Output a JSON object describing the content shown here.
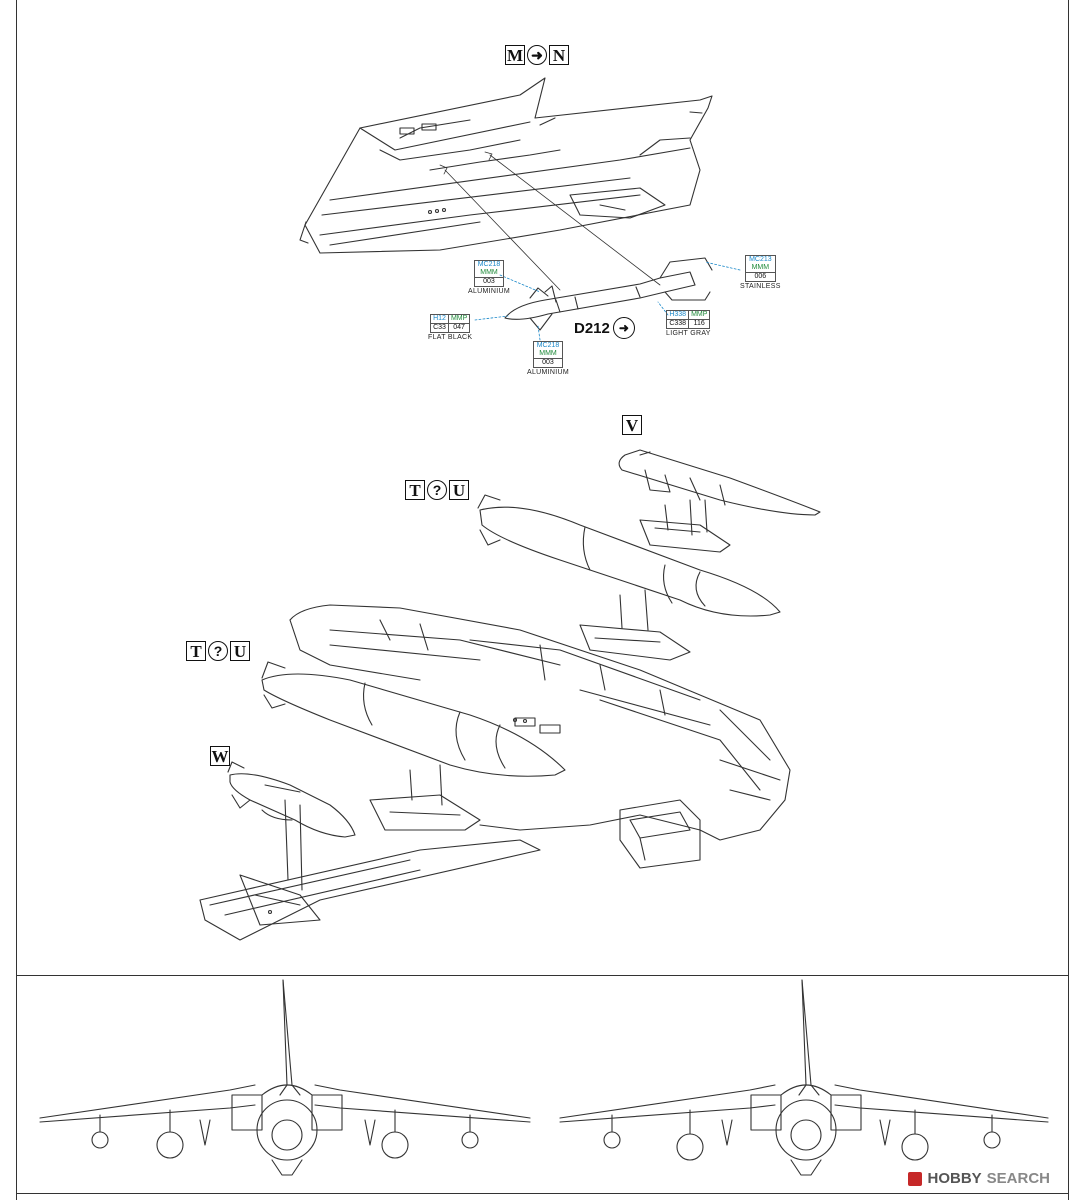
{
  "labels": {
    "mn": {
      "a": "M",
      "b": "N"
    },
    "v": "V",
    "tu1": {
      "a": "T",
      "q": "?",
      "b": "U"
    },
    "tu2": {
      "a": "T",
      "q": "?",
      "b": "U"
    },
    "w": "W"
  },
  "part": {
    "code": "D212"
  },
  "callouts": {
    "c1": {
      "top": "MC218",
      "mid": "MMM",
      "bot": "003",
      "name": "ALUMINIUM"
    },
    "c2": {
      "top": "MC213",
      "mid": "MMM",
      "bot": "006",
      "name": "STAINLESS"
    },
    "c3": {
      "tl": "H12",
      "tr": "MMP",
      "bl": "C33",
      "br": "047",
      "name": "FLAT BLACK"
    },
    "c4": {
      "tl": "H338",
      "tr": "MMP",
      "bl": "C338",
      "br": "116",
      "name": "LIGHT GRAY"
    },
    "c5": {
      "top": "MC218",
      "mid": "MMM",
      "bot": "003",
      "name": "ALUMINIUM"
    }
  },
  "watermark": {
    "brand": "HOBBY",
    "suffix": "SEARCH"
  },
  "colors": {
    "line": "#333333",
    "cyan": "#1a88c9",
    "green": "#1f8a3a",
    "logo": "#c62828"
  }
}
